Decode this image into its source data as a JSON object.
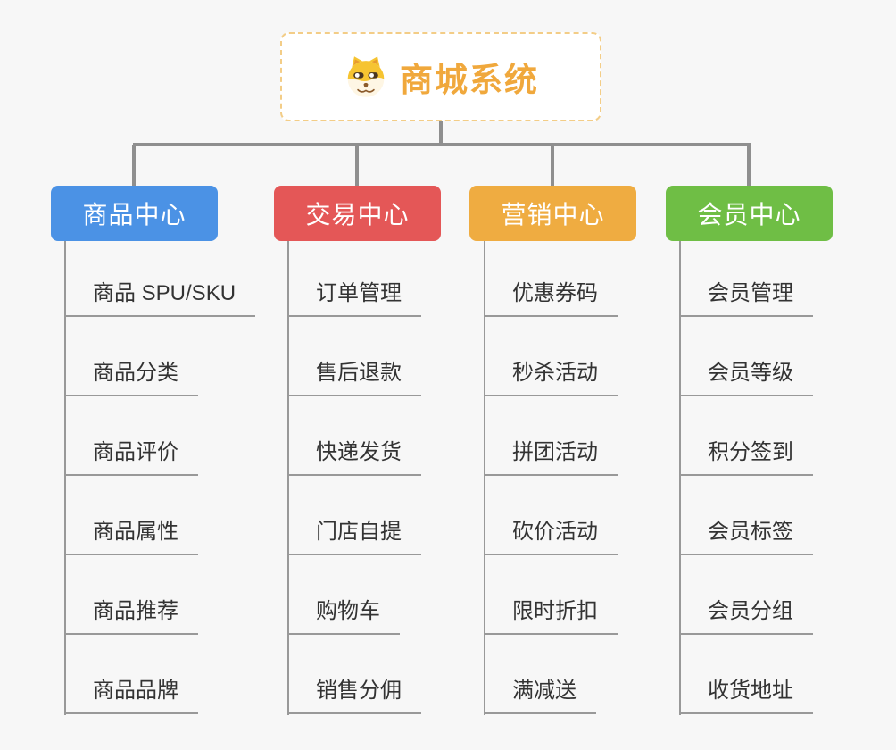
{
  "root": {
    "title": "商城系统",
    "icon": "doge-dog-icon",
    "title_color": "#f0a83c",
    "border_color": "#f3cd87"
  },
  "connector_color": "#8f8f8f",
  "branches": [
    {
      "label": "商品中心",
      "color": "#4b92e5",
      "children": [
        "商品 SPU/SKU",
        "商品分类",
        "商品评价",
        "商品属性",
        "商品推荐",
        "商品品牌"
      ]
    },
    {
      "label": "交易中心",
      "color": "#e45757",
      "children": [
        "订单管理",
        "售后退款",
        "快递发货",
        "门店自提",
        "购物车",
        "销售分佣"
      ]
    },
    {
      "label": "营销中心",
      "color": "#efac41",
      "children": [
        "优惠券码",
        "秒杀活动",
        "拼团活动",
        "砍价活动",
        "限时折扣",
        "满减送"
      ]
    },
    {
      "label": "会员中心",
      "color": "#6fbe45",
      "children": [
        "会员管理",
        "会员等级",
        "积分签到",
        "会员标签",
        "会员分组",
        "收货地址"
      ]
    }
  ]
}
